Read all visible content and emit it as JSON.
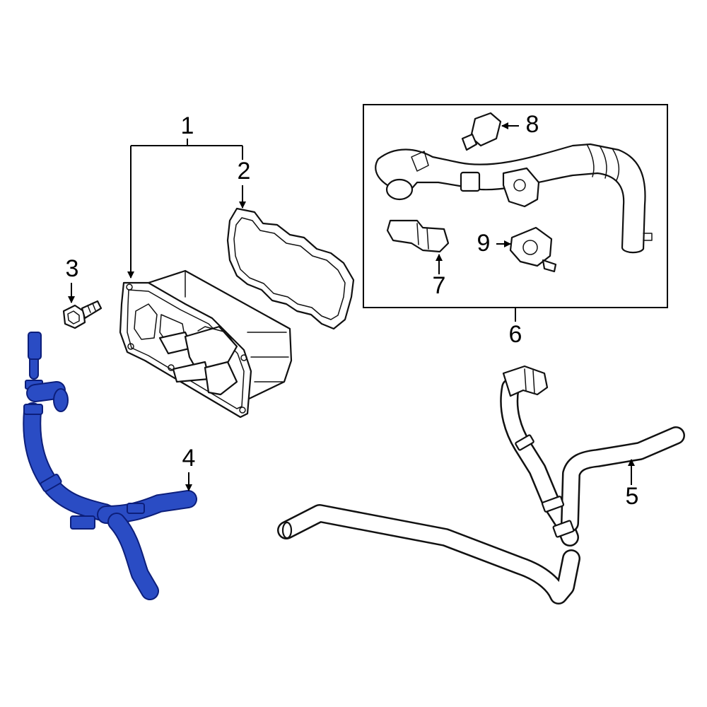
{
  "callouts": {
    "c1": "1",
    "c2": "2",
    "c3": "3",
    "c4": "4",
    "c5": "5",
    "c6": "6",
    "c7": "7",
    "c8": "8",
    "c9": "9"
  },
  "colors": {
    "highlight": "#2A4CC4",
    "highlight_outline": "#0C1E7A",
    "line": "#000000"
  }
}
